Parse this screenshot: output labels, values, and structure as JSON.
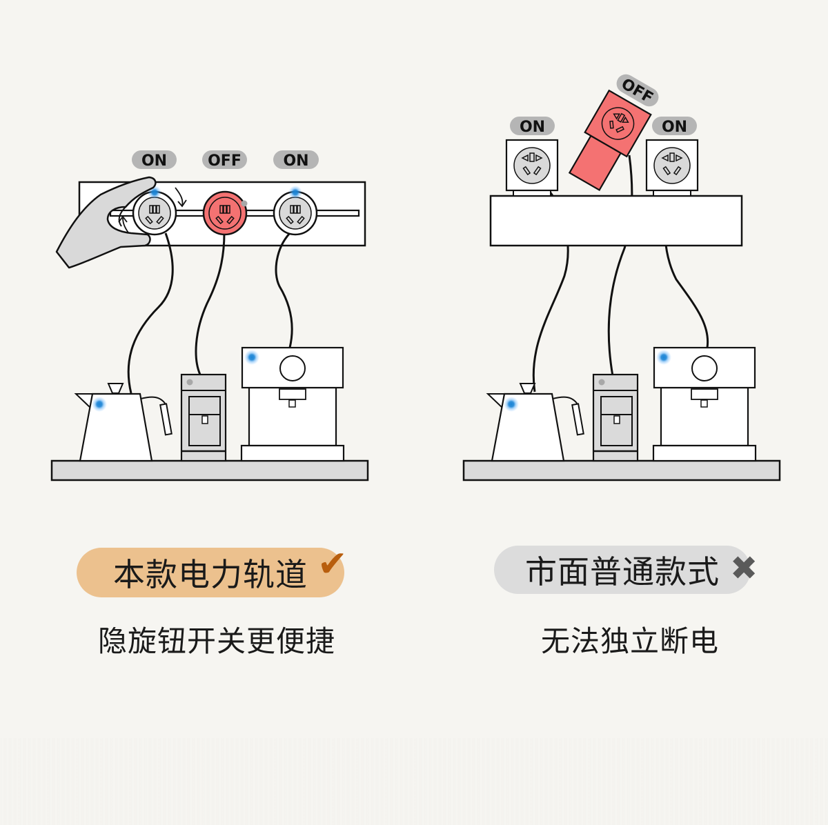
{
  "left_panel": {
    "states": [
      "ON",
      "OFF",
      "ON"
    ],
    "title": "本款电力轨道",
    "title_mark": "check-icon",
    "caption": "隐旋钮开关更便捷"
  },
  "right_panel": {
    "states": [
      "ON",
      "OFF",
      "ON"
    ],
    "title": "市面普通款式",
    "title_mark": "cross-icon",
    "caption": "无法独立断电"
  },
  "marks": {
    "check": "✔",
    "cross": "✖"
  },
  "colors": {
    "background": "#f6f5f1",
    "off_red": "#f47272",
    "socket_gray": "#d9d9d9",
    "indicator_blue": "#1a84d6",
    "pill_orange": "#ecc18e",
    "pill_gray": "#dcdcdc",
    "check_brown": "#b85e0e",
    "cross_gray": "#5a5a5a"
  }
}
